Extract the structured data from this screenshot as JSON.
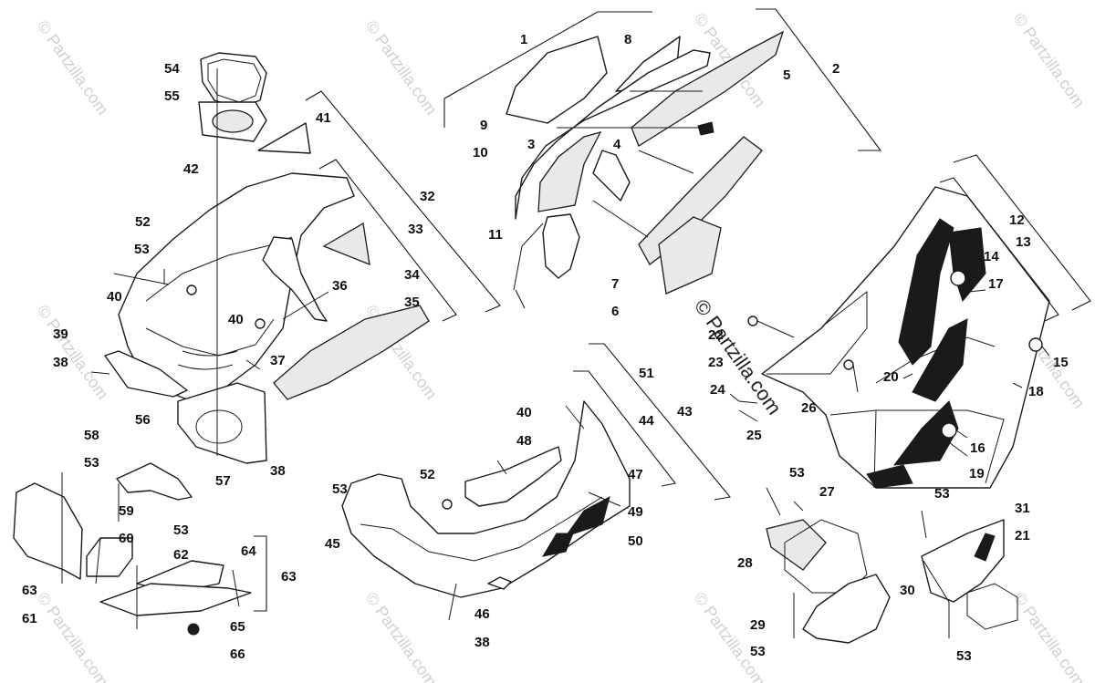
{
  "watermark": {
    "text": "© Partzilla.com",
    "center_text": "© Partzilla.com"
  },
  "callouts": {
    "c1": "1",
    "c2": "2",
    "c3": "3",
    "c4": "4",
    "c5": "5",
    "c6": "6",
    "c7": "7",
    "c8": "8",
    "c9": "9",
    "c10": "10",
    "c11": "11",
    "c12": "12",
    "c13": "13",
    "c14": "14",
    "c15": "15",
    "c16": "16",
    "c17": "17",
    "c18": "18",
    "c19": "19",
    "c20": "20",
    "c21": "21",
    "c22": "22",
    "c23": "23",
    "c24": "24",
    "c25": "25",
    "c26": "26",
    "c27": "27",
    "c28": "28",
    "c29": "29",
    "c30": "30",
    "c31": "31",
    "c32": "32",
    "c33": "33",
    "c34": "34",
    "c35": "35",
    "c36": "36",
    "c37": "37",
    "c38a": "38",
    "c38b": "38",
    "c38c": "38",
    "c39": "39",
    "c40a": "40",
    "c40b": "40",
    "c40c": "40",
    "c41": "41",
    "c42": "42",
    "c43": "43",
    "c44": "44",
    "c45": "45",
    "c46": "46",
    "c47": "47",
    "c48": "48",
    "c49": "49",
    "c50": "50",
    "c51": "51",
    "c52a": "52",
    "c52b": "52",
    "c53a": "53",
    "c53b": "53",
    "c53c": "53",
    "c53d": "53",
    "c53e": "53",
    "c53f": "53",
    "c53g": "53",
    "c53h": "53",
    "c54": "54",
    "c55": "55",
    "c56": "56",
    "c57": "57",
    "c58": "58",
    "c59": "59",
    "c60": "60",
    "c61": "61",
    "c62": "62",
    "c63a": "63",
    "c63b": "63",
    "c64": "64",
    "c65": "65",
    "c66": "66"
  }
}
